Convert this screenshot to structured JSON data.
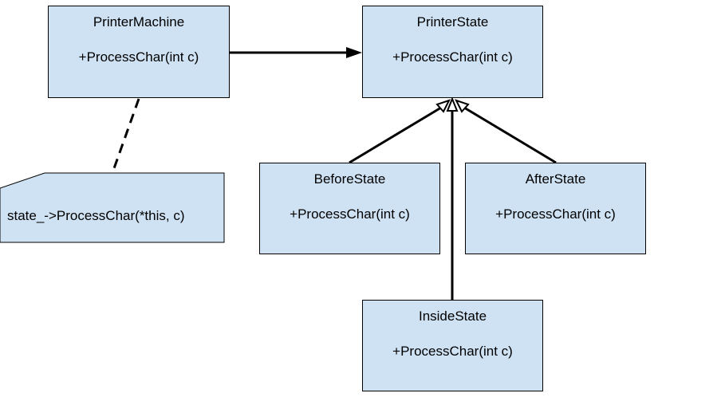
{
  "classes": {
    "printer_machine": {
      "name": "PrinterMachine",
      "method": "+ProcessChar(int c)"
    },
    "printer_state": {
      "name": "PrinterState",
      "method": "+ProcessChar(int c)"
    },
    "before_state": {
      "name": "BeforeState",
      "method": "+ProcessChar(int c)"
    },
    "after_state": {
      "name": "AfterState",
      "method": "+ProcessChar(int c)"
    },
    "inside_state": {
      "name": "InsideState",
      "method": "+ProcessChar(int c)"
    }
  },
  "note": {
    "text": "state_->ProcessChar(*this, c)"
  },
  "colors": {
    "box_fill": "#cfe2f3",
    "stroke": "#000000"
  }
}
